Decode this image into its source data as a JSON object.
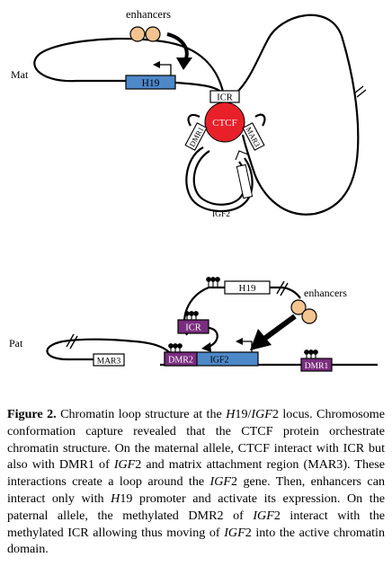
{
  "figure": {
    "maternal": {
      "allele_label": "Mat",
      "enhancers_label": "enhancers",
      "h19_label": "H19",
      "icr_label": "ICR",
      "ctcf_label": "CTCF",
      "dmr1_label": "DMR1",
      "mar3_label": "MAR3",
      "igf2_label": "IGF2"
    },
    "paternal": {
      "allele_label": "Pat",
      "enhancers_label": "enhancers",
      "h19_label": "H19",
      "icr_label": "ICR",
      "mar3_label": "MAR3",
      "dmr2_label": "DMR2",
      "igf2_label": "IGF2",
      "dmr1_label": "DMR1"
    },
    "colors": {
      "gene_blue": "#4d88c9",
      "ctcf_red": "#e8202a",
      "methyl_purple": "#7a2d7e",
      "enhancer_orange": "#f3c390"
    }
  },
  "caption": {
    "label": "Figure 2.",
    "s1": " Chromatin loop structure at the ",
    "i1": "H",
    "s2": "19/",
    "i2": "IGF",
    "s3": "2 locus. Chromosome conformation capture revealed that the CTCF protein orchestrate chromatin structure. On the maternal allele, CTCF interact with ICR but also with DMR1 of ",
    "i3": "IGF",
    "s4": "2 and matrix attachment region (MAR3). These interactions create a loop around the ",
    "i4": "IGF",
    "s5": "2 gene. Then, enhancers can interact only with ",
    "i5": "H",
    "s6": "19 promoter and activate its expression. On the paternal allele, the methylated DMR2 of ",
    "i6": "IGF",
    "s7": "2 interact with the methylated ICR allowing thus moving of ",
    "i7": "IGF",
    "s8": "2 into the active chromatin domain."
  }
}
